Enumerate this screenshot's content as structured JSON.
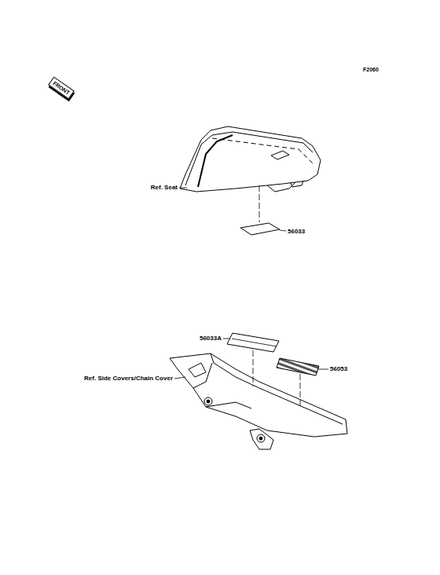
{
  "diagram": {
    "labels": [
      "F2060",
      "FRONT",
      "Ref. Seat",
      "56033",
      "56033A",
      "56053",
      "Ref. Side Covers/Chain Cover"
    ]
  }
}
